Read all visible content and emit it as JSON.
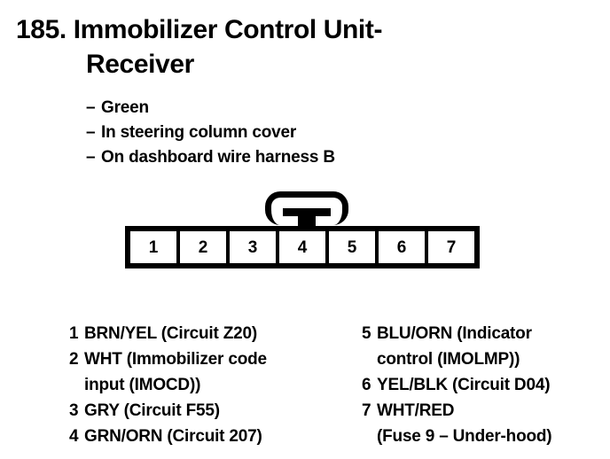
{
  "title": {
    "line1": "185. Immobilizer Control Unit-",
    "line2": "Receiver"
  },
  "bullets": [
    {
      "marker": "–",
      "text": "Green"
    },
    {
      "marker": "–",
      "text": "In steering column cover"
    },
    {
      "marker": "–",
      "text": "On dashboard wire harness B"
    }
  ],
  "connector": {
    "pin_count": 7,
    "pins": [
      "1",
      "2",
      "3",
      "4",
      "5",
      "6",
      "7"
    ],
    "latch_tab": "locking-tab"
  },
  "pin_legend": {
    "left": [
      {
        "num": "1",
        "line1": "BRN/YEL (Circuit Z20)",
        "line2": ""
      },
      {
        "num": "2",
        "line1": "WHT (Immobilizer code",
        "line2": "input (IMOCD))"
      },
      {
        "num": "3",
        "line1": "GRY (Circuit F55)",
        "line2": ""
      },
      {
        "num": "4",
        "line1": "GRN/ORN (Circuit 207)",
        "line2": ""
      }
    ],
    "right": [
      {
        "num": "5",
        "line1": "BLU/ORN (Indicator",
        "line2": "control (IMOLMP))"
      },
      {
        "num": "6",
        "line1": "YEL/BLK (Circuit D04)",
        "line2": ""
      },
      {
        "num": "7",
        "line1": "WHT/RED",
        "line2": "(Fuse 9 – Under-hood)"
      }
    ]
  },
  "colors": {
    "ink": "#000000",
    "paper": "#ffffff"
  }
}
